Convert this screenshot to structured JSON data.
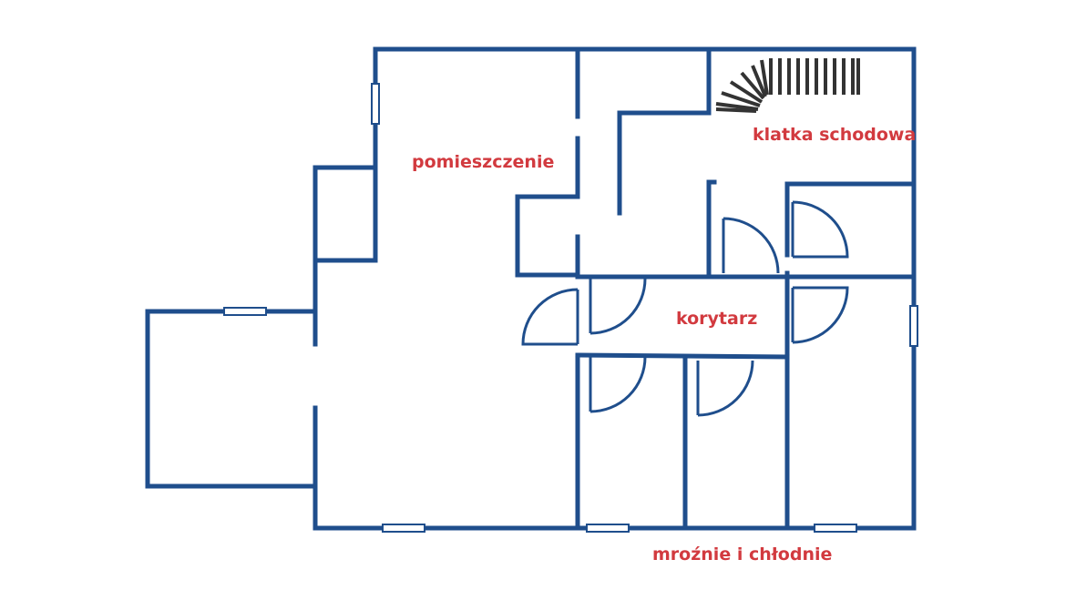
{
  "colors": {
    "wall": "#1f4e8c",
    "label": "#d23a3f",
    "stair": "#333333",
    "background": "#ffffff"
  },
  "labels": {
    "pomieszczenie": "pomieszczenie",
    "klatka_schodowa": "klatka schodowa",
    "korytarz": "korytarz",
    "mroznie_i_chlodnie": "mroźnie i chłodnie"
  }
}
